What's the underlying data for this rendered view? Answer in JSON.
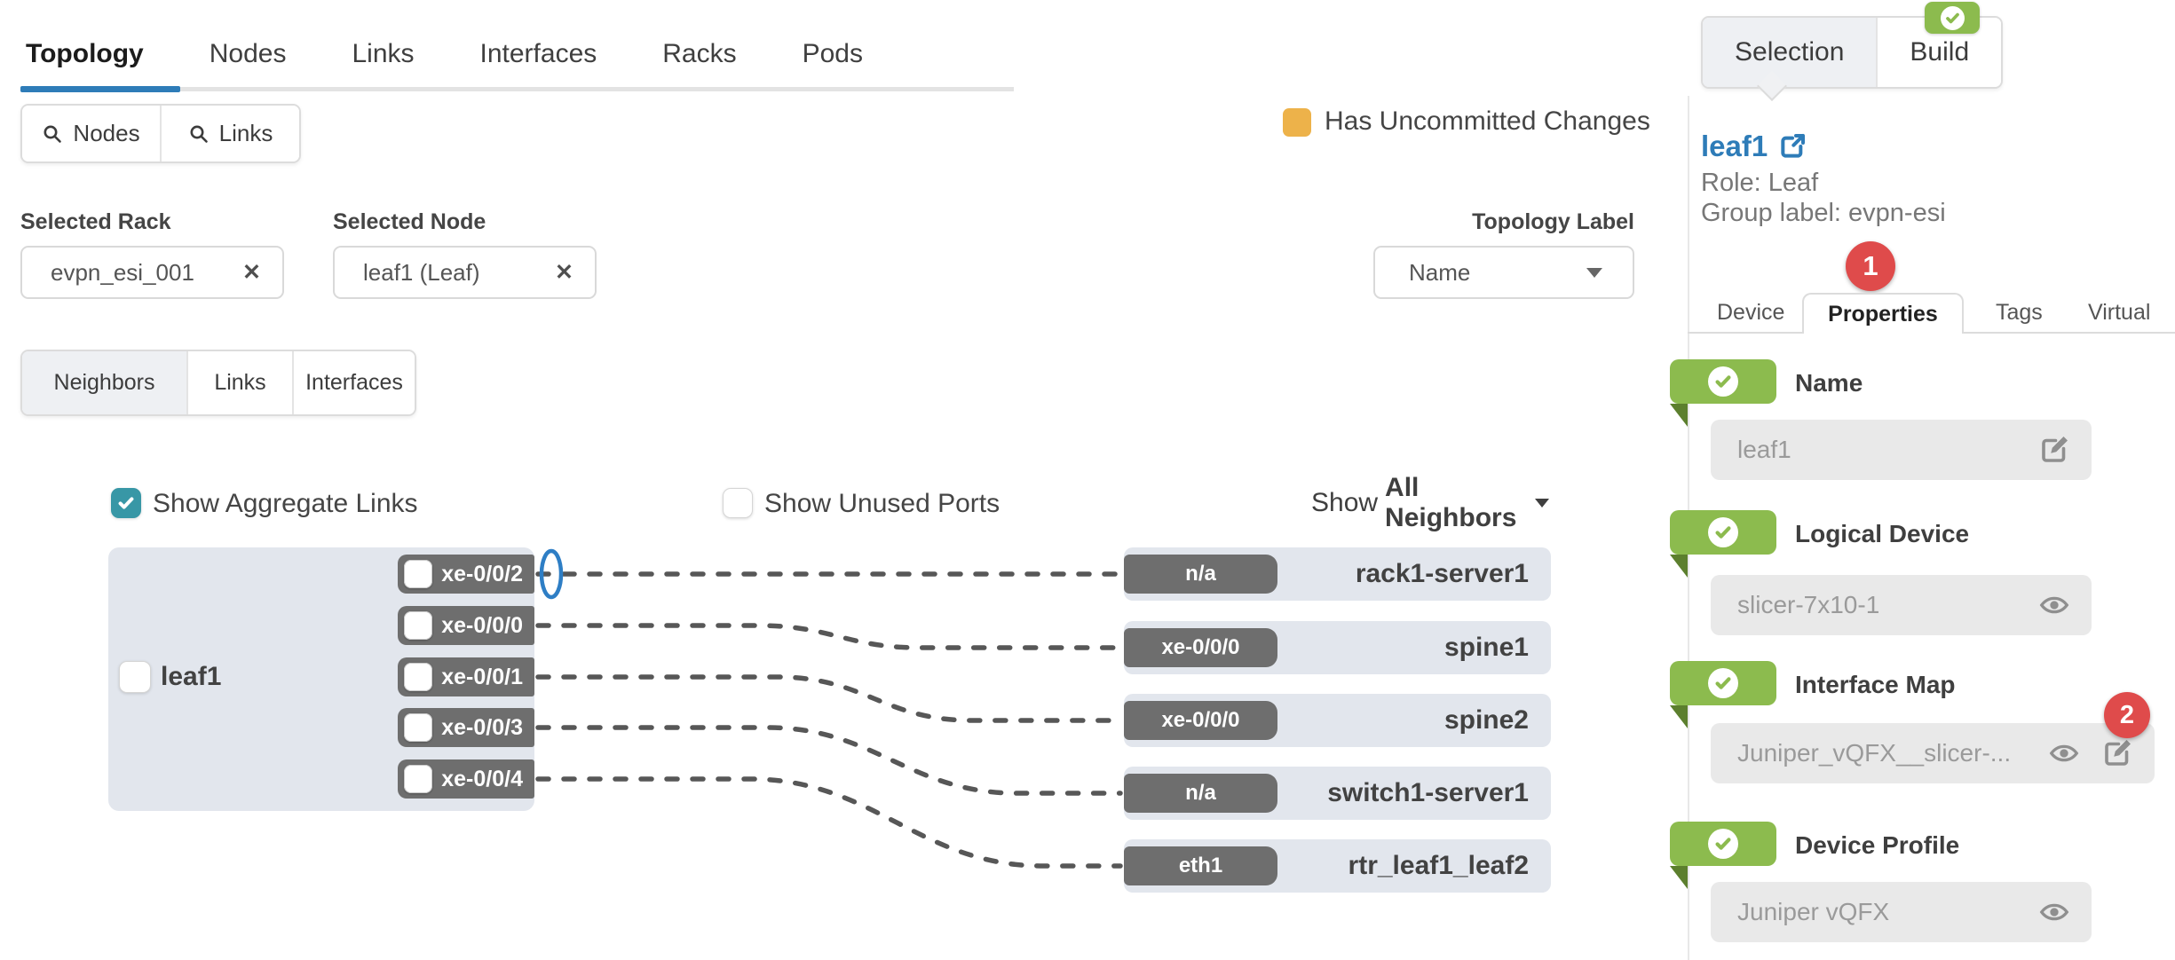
{
  "nav": {
    "tabs": [
      {
        "label": "Topology"
      },
      {
        "label": "Nodes"
      },
      {
        "label": "Links"
      },
      {
        "label": "Interfaces"
      },
      {
        "label": "Racks"
      },
      {
        "label": "Pods"
      }
    ]
  },
  "search": {
    "nodes_label": "Nodes",
    "links_label": "Links"
  },
  "legend": {
    "uncommitted_label": "Has Uncommitted Changes",
    "uncommitted_color": "#edb24a"
  },
  "filters": {
    "rack_label": "Selected Rack",
    "rack_value": "evpn_esi_001",
    "node_label": "Selected Node",
    "node_value": "leaf1 (Leaf)",
    "topology_label": "Topology Label",
    "topology_value": "Name",
    "clear_glyph": "✕"
  },
  "view_tabs": [
    {
      "label": "Neighbors"
    },
    {
      "label": "Links"
    },
    {
      "label": "Interfaces"
    }
  ],
  "toggles": {
    "aggregate_label": "Show Aggregate Links",
    "aggregate_checked": true,
    "unused_label": "Show Unused Ports",
    "unused_checked": false,
    "neighbors_prefix": "Show",
    "neighbors_value": "All Neighbors"
  },
  "diagram": {
    "node": {
      "label": "leaf1",
      "ports": [
        {
          "name": "xe-0/0/2"
        },
        {
          "name": "xe-0/0/0"
        },
        {
          "name": "xe-0/0/1"
        },
        {
          "name": "xe-0/0/3"
        },
        {
          "name": "xe-0/0/4"
        }
      ]
    },
    "neighbors": [
      {
        "port": "n/a",
        "name": "rack1-server1"
      },
      {
        "port": "xe-0/0/0",
        "name": "spine1"
      },
      {
        "port": "xe-0/0/0",
        "name": "spine2"
      },
      {
        "port": "n/a",
        "name": "switch1-server1"
      },
      {
        "port": "eth1",
        "name": "rtr_leaf1_leaf2"
      }
    ]
  },
  "panel": {
    "tabs": {
      "selection": "Selection",
      "build": "Build"
    },
    "node_title": "leaf1",
    "role": "Role: Leaf",
    "group_label": "Group label: evpn-esi",
    "step1_badge": "1",
    "step2_badge": "2",
    "detail_tabs": [
      {
        "label": "Device"
      },
      {
        "label": "Properties"
      },
      {
        "label": "Tags"
      },
      {
        "label": "Virtual"
      }
    ],
    "properties": [
      {
        "title": "Name",
        "value": "leaf1"
      },
      {
        "title": "Logical Device",
        "value": "slicer-7x10-1"
      },
      {
        "title": "Interface Map",
        "value": "Juniper_vQFX__slicer-..."
      },
      {
        "title": "Device Profile",
        "value": "Juniper vQFX"
      }
    ]
  },
  "colors": {
    "accent_blue": "#2e7cb8",
    "teal_checkbox": "#3897a6",
    "green_badge": "#8cbb4e",
    "green_fold": "#5c7f2e",
    "red_badge": "#df4b4b",
    "orange_uncommitted": "#edb24a",
    "chip_gray": "#6e6e6e",
    "node_bg": "#e2e6ed"
  }
}
